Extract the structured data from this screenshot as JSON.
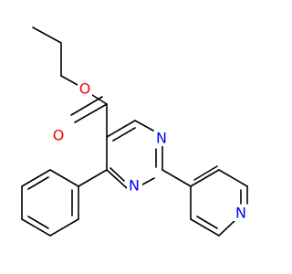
{
  "molecule": {
    "atoms": [
      {
        "id": "O1",
        "label": "O",
        "color": "#ff0000"
      },
      {
        "id": "O2",
        "label": "O",
        "color": "#ff0000"
      },
      {
        "id": "N1",
        "label": "N",
        "color": "#0000ff"
      },
      {
        "id": "N2",
        "label": "N",
        "color": "#0000ff"
      },
      {
        "id": "N3",
        "label": "N",
        "color": "#0000ff"
      }
    ]
  }
}
